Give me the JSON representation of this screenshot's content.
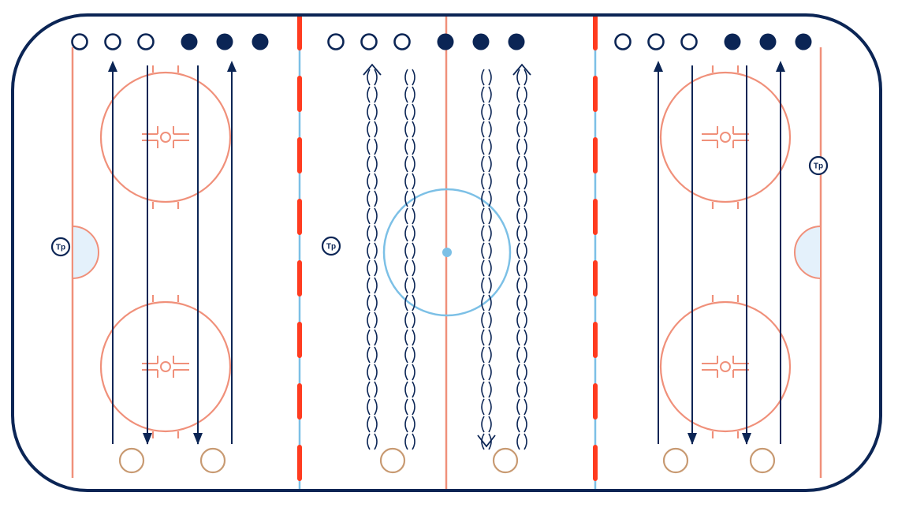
{
  "diagram": {
    "type": "hockey-drill",
    "surface": "full-rink",
    "colors": {
      "board": "#0b2555",
      "red_line": "#f0907a",
      "center_red_line": "#f0907a",
      "blue_line": "#7cc0e6",
      "blue_dash_overlay": "#ff3b1f",
      "faceoff": "#f0907a",
      "crease_fill": "#e4f1fb",
      "center_circle": "#7cc0e6",
      "player": "#0b2555",
      "cone": "#c89a72"
    },
    "coach_label": "Tp",
    "coaches": [
      {
        "zone": "left",
        "label": "Tp"
      },
      {
        "zone": "neutral-left",
        "label": "Tp"
      },
      {
        "zone": "right",
        "label": "Tp"
      }
    ],
    "player_groups": [
      {
        "zone": "left",
        "open": 3,
        "filled": 3
      },
      {
        "zone": "neutral",
        "open": 3,
        "filled": 3
      },
      {
        "zone": "right",
        "open": 3,
        "filled": 3
      }
    ],
    "pucks_bottom": 6,
    "skating_lanes": [
      {
        "zone": "left",
        "direction": "up"
      },
      {
        "zone": "left",
        "direction": "down"
      },
      {
        "zone": "left",
        "direction": "down"
      },
      {
        "zone": "left",
        "direction": "up"
      },
      {
        "zone": "right",
        "direction": "up"
      },
      {
        "zone": "right",
        "direction": "down"
      },
      {
        "zone": "right",
        "direction": "down"
      },
      {
        "zone": "right",
        "direction": "up"
      }
    ],
    "weave_lanes": [
      {
        "zone": "neutral",
        "direction": "up"
      },
      {
        "zone": "neutral",
        "direction": "none"
      },
      {
        "zone": "neutral",
        "direction": "down"
      },
      {
        "zone": "neutral",
        "direction": "up"
      }
    ]
  }
}
